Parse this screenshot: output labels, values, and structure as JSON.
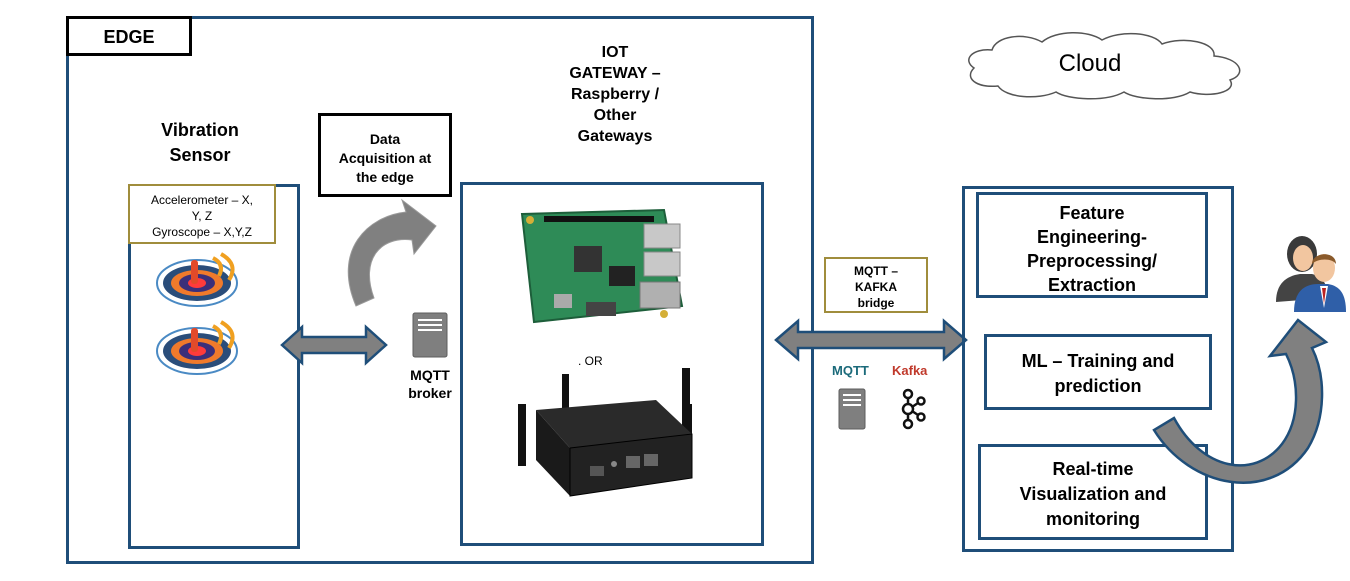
{
  "edge": {
    "label": "EDGE"
  },
  "cloud": {
    "label": "Cloud"
  },
  "sensor": {
    "title": "Vibration Sensor",
    "spec_line1": "Accelerometer – X,",
    "spec_line2": "Y, Z",
    "spec_line3": "Gyroscope – X,Y,Z"
  },
  "acquisition": {
    "line1": "Data",
    "line2": "Acquisition at",
    "line3": "the edge"
  },
  "broker": {
    "line1": "MQTT",
    "line2": "broker"
  },
  "gateway": {
    "line1": "IOT",
    "line2": "GATEWAY –",
    "line3": "Raspberry /",
    "line4": "Other",
    "line5": "Gateways",
    "or_label": ". OR"
  },
  "bridge": {
    "line1": "MQTT –",
    "line2": "KAFKA",
    "line3": "bridge",
    "mqtt_logo": "MQTT",
    "kafka_logo": "Kafka"
  },
  "cloud_services": {
    "feature_line1": "Feature",
    "feature_line2": "Engineering-",
    "feature_line3": "Preprocessing/",
    "feature_line4": "Extraction",
    "ml_line1": "ML – Training and",
    "ml_line2": "prediction",
    "viz_line1": "Real-time",
    "viz_line2": "Visualization and",
    "viz_line3": "monitoring"
  },
  "colors": {
    "border_blue": "#1f4e79",
    "gold": "#a08d3c",
    "arrow_gray": "#7f7f7f",
    "mqtt_teal": "#1b6a7a",
    "kafka_red": "#c0392b"
  },
  "icons": [
    "vibration-sensor-icon",
    "server-icon",
    "raspberry-pi-board-icon",
    "industrial-gateway-icon",
    "kafka-icon",
    "users-icon",
    "curved-arrow-icon",
    "double-arrow-icon"
  ]
}
